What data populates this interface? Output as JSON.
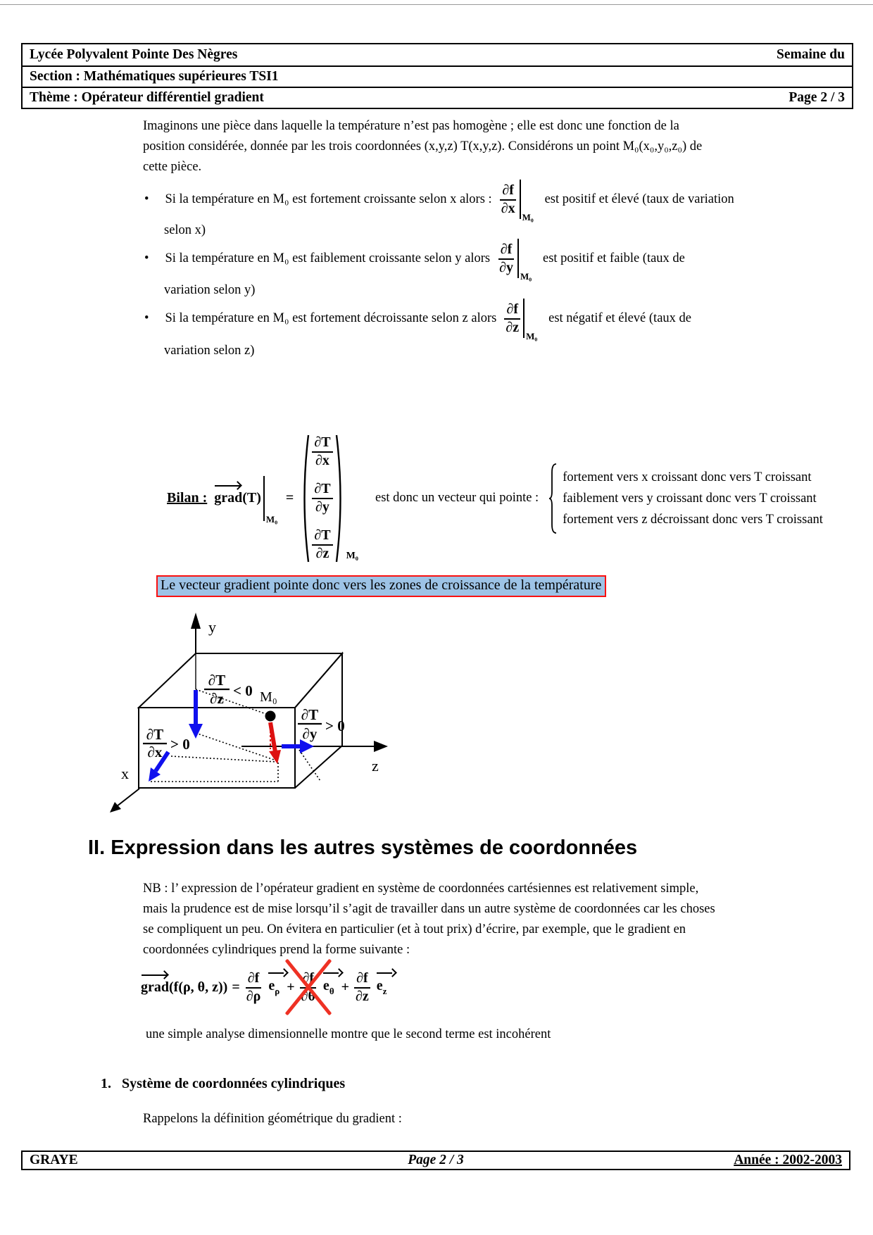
{
  "header": {
    "row1_left": "Lycée Polyvalent Pointe Des Nègres",
    "row1_right": "Semaine du",
    "row2_left": "Section : Mathématiques supérieures TSI1",
    "row3_left": "Thème : Opérateur différentiel gradient",
    "row3_right": "Page 2 / 3"
  },
  "intro": {
    "line1": "Imaginons une pièce dans laquelle la température n’est pas homogène ; elle est donc une fonction de la",
    "line2": "position considérée, donnée par les trois coordonnées (x,y,z) T(x,y,z). Considérons un point M₀(x₀,y₀,z₀) de",
    "line3": "cette pièce."
  },
  "bullets": {
    "b1": {
      "bullet": "•",
      "pre": "Si la température en M₀ est fortement croissante selon x alors :",
      "num": "∂f",
      "den": "∂x",
      "sub": "M₀",
      "post": "est positif et élevé (taux de variation",
      "cont": "selon x)"
    },
    "b2": {
      "bullet": "•",
      "pre": "Si la température en M₀ est faiblement croissante selon y alors",
      "num": "∂f",
      "den": "∂y",
      "sub": "M₀",
      "post": "est positif  et faible (taux de",
      "cont": "variation selon y)"
    },
    "b3": {
      "bullet": "•",
      "pre": "Si la température en M₀ est fortement décroissante selon z alors",
      "num": "∂f",
      "den": "∂z",
      "sub": "M₀",
      "post": "est négatif et élevé (taux de",
      "cont": "variation selon z)"
    }
  },
  "bilan": {
    "label": "Bilan :",
    "grad": "grad",
    "arg": "(T)",
    "bar_sub": "M₀",
    "equals": "=",
    "v1_num": "∂T",
    "v1_den": "∂x",
    "v2_num": "∂T",
    "v2_den": "∂y",
    "v3_num": "∂T",
    "v3_den": "∂z",
    "vec_sub": "M₀",
    "text": "est donc un vecteur qui pointe :",
    "case1": "fortement vers x croissant donc vers T croissant",
    "case2": "faiblement vers y croissant donc vers T croissant",
    "case3": "fortement vers z décroissant donc vers T croissant"
  },
  "highlight": {
    "text": "Le vecteur gradient pointe donc vers les zones de croissance de la température",
    "bg_color": "#9DC3E6",
    "border_color": "#FA1010"
  },
  "diagram": {
    "axis_y": "y",
    "axis_z": "z",
    "axis_x": "x",
    "point_label": "M₀",
    "dz_num": "∂T",
    "dz_den": "∂z",
    "dz_cmp": "< 0",
    "dy_num": "∂T",
    "dy_den": "∂y",
    "dy_cmp": "> 0",
    "dx_num": "∂T",
    "dx_den": "∂x",
    "dx_cmp": "> 0",
    "blue_color": "#1010EE",
    "red_color": "#DD1111"
  },
  "section2": {
    "title": "II. Expression dans les autres systèmes de coordonnées",
    "nb1": "NB : l’ expression de l’opérateur gradient en système de coordonnées cartésiennes est relativement simple,",
    "nb2": "mais la prudence est de mise lorsqu’il s’agit de travailler dans un autre système de coordonnées car les choses",
    "nb3": "se compliquent un peu. On évitera en particulier (et à tout prix) d’écrire, par exemple, que le gradient en",
    "nb4": "coordonnées cylindriques prend la forme suivante :",
    "f_grad": "grad",
    "f_arg": "(f(ρ, θ, z))",
    "f_eq": "=",
    "t1_num": "∂f",
    "t1_den": "∂ρ",
    "t1_e": "e",
    "t1_sub": "ρ",
    "plus": "+",
    "t2_num": "∂f",
    "t2_den": "∂θ",
    "t2_e": "e",
    "t2_sub": "θ",
    "t3_num": "∂f",
    "t3_den": "∂z",
    "t3_e": "e",
    "t3_sub": "z",
    "note": "une simple analyse dimensionnelle montre que le second terme est incohérent"
  },
  "section2_1": {
    "number": "1.",
    "title": "Système de coordonnées cylindriques",
    "body": "Rappelons la définition géométrique du gradient :"
  },
  "footer": {
    "author": "GRAYE",
    "page": "Page 2 / 3",
    "year": "Année : 2002-2003"
  }
}
